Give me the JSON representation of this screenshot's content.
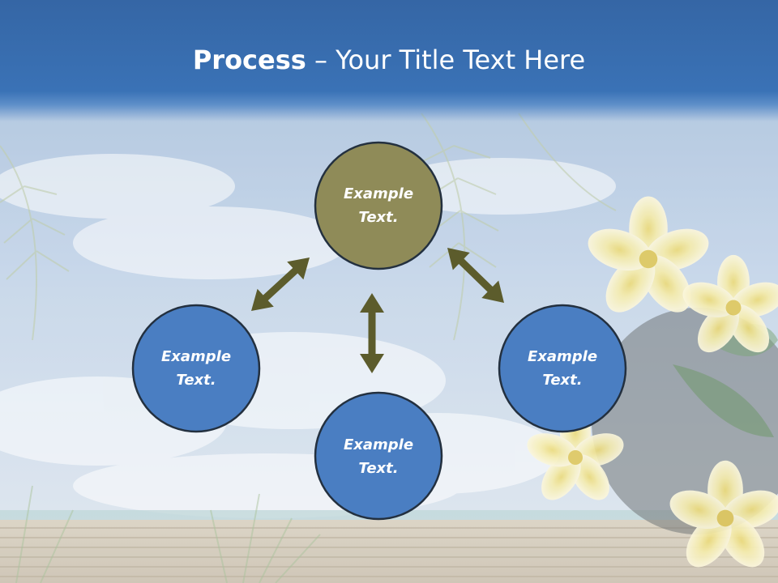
{
  "slide": {
    "title_strong": "Process",
    "title_rest": " – Your Title Text Here"
  },
  "diagram": {
    "nodes": [
      {
        "id": "top",
        "line1": "Example",
        "line2": "Text.",
        "color": "#8f8b58"
      },
      {
        "id": "left",
        "line1": "Example",
        "line2": "Text.",
        "color": "#4a7ec2"
      },
      {
        "id": "right",
        "line1": "Example",
        "line2": "Text.",
        "color": "#4a7ec2"
      },
      {
        "id": "bottom",
        "line1": "Example",
        "line2": "Text.",
        "color": "#4a7ec2"
      }
    ],
    "connector_color": "#5c5c2c",
    "node_border_color": "#23303f"
  }
}
